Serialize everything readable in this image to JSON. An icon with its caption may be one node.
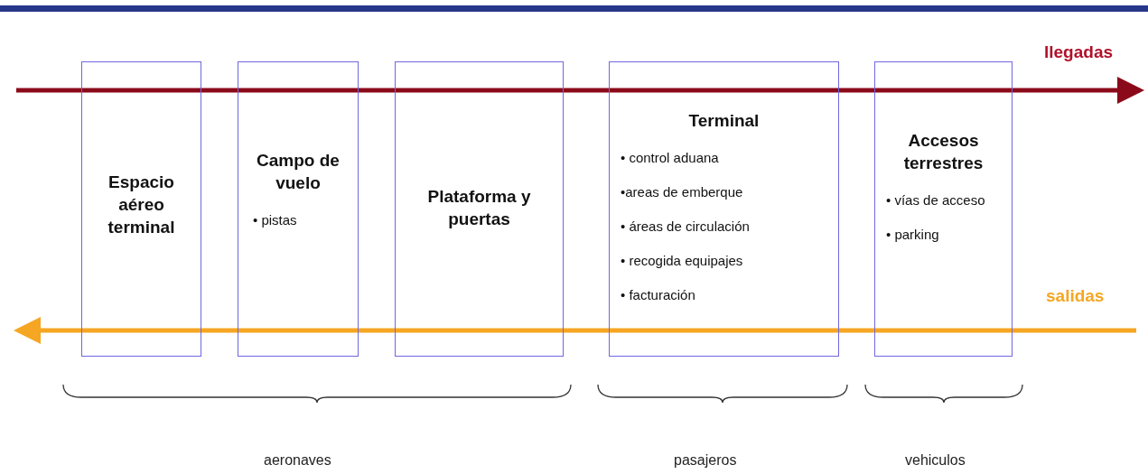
{
  "diagram": {
    "nodes": [
      {
        "text": [
          "Espacio aéreo terminal"
        ]
      },
      {
        "text": [
          "Campo de vuelo",
          "• pistas"
        ]
      },
      {
        "text": [
          "Plataforma y puertas"
        ]
      },
      {
        "text": [
          "Terminal",
          "• control aduana",
          "•areas de emberque",
          "• áreas de circulación",
          "• recogida equipajes",
          "• facturación"
        ]
      },
      {
        "text": [
          "Accesos terrestres",
          "• vías de acceso",
          "• parking"
        ]
      }
    ],
    "edges": [],
    "labels": [
      "llegadas",
      "salidas",
      "aeronaves",
      "pasajeros",
      "vehiculos"
    ]
  }
}
